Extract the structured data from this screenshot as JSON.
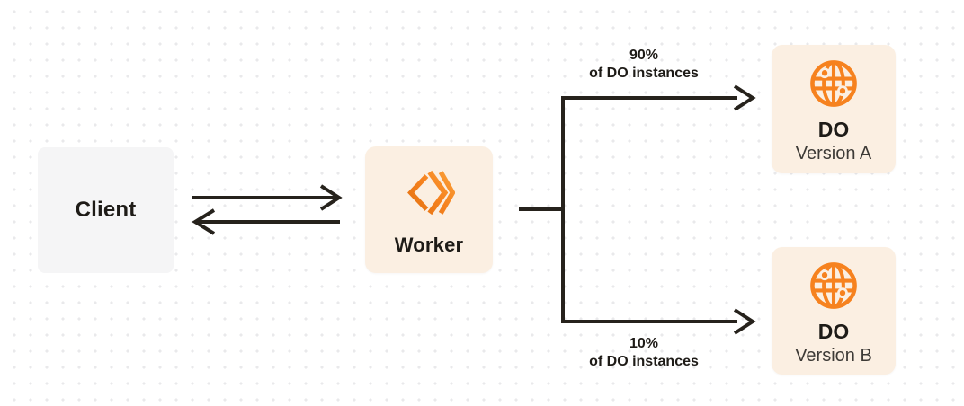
{
  "diagram": {
    "client": {
      "label": "Client"
    },
    "worker": {
      "label": "Worker"
    },
    "do_version_a": {
      "title": "DO",
      "subtitle": "Version A"
    },
    "do_version_b": {
      "title": "DO",
      "subtitle": "Version B"
    },
    "route_a": {
      "percent": "90%",
      "caption": "of DO instances"
    },
    "route_b": {
      "percent": "10%",
      "caption": "of DO instances"
    }
  },
  "icons": {
    "worker": "cloudflare-workers-logo-icon",
    "do_version_a": "globe-icon",
    "do_version_b": "globe-icon"
  },
  "theme": {
    "background": "#FFFFFF",
    "dot_grid": "#E9E9EB",
    "client_box_bg": "#F5F5F6",
    "orange_box_bg": "#FBEFE2",
    "accent_orange": "#F6821F",
    "line_color": "#26221C",
    "text_dark": "#1E1B17",
    "text_secondary": "#3D3A36"
  }
}
